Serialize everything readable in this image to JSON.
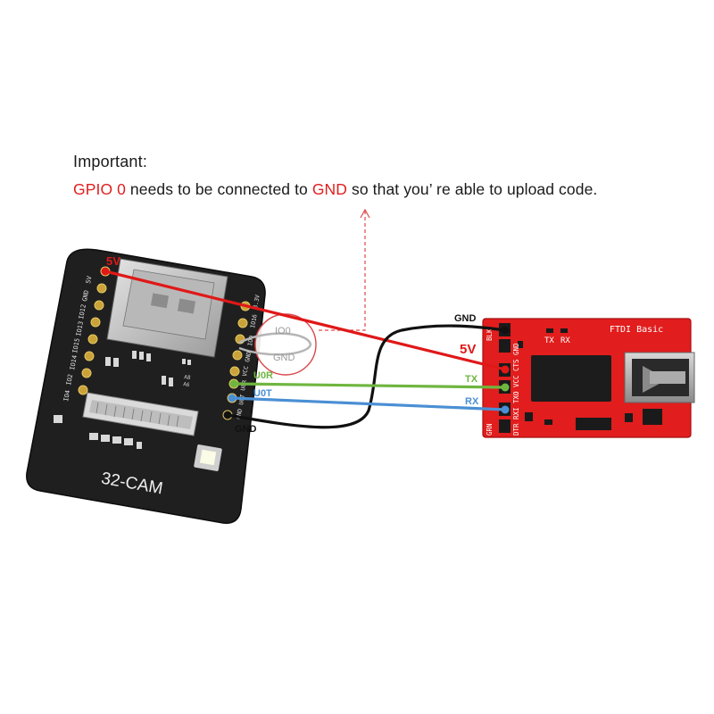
{
  "heading": "Important:",
  "notice": {
    "part1": "GPIO 0",
    "part2": " needs to be connected to ",
    "part3": "GND",
    "part4": " so that you’ re able to upload code."
  },
  "colors": {
    "highlight": "#e02020",
    "wire_5v": "#e01818",
    "wire_gnd": "#111111",
    "wire_tx": "#6fb640",
    "wire_rx": "#4a8fd4",
    "esp_board": "#1e1e1e",
    "ftdi_board": "#e11d1d"
  },
  "esp32": {
    "name": "32-CAM",
    "left_pins": [
      "5V",
      "GND",
      "IO12",
      "IO13",
      "IO15",
      "IO14",
      "IO2",
      "IO4"
    ],
    "right_pins": [
      "3.3V",
      "IO16",
      "IO0",
      "GND",
      "VCC",
      "U0R",
      "U0T",
      "GND"
    ],
    "chip_codes": [
      "A8",
      "A6"
    ]
  },
  "wire_labels": {
    "esp_5v": "5V",
    "u0r": "U0R",
    "u0t": "U0T",
    "esp_gnd": "GND",
    "ftdi_gnd": "GND",
    "ftdi_5v": "5V",
    "tx": "TX",
    "rx": "RX"
  },
  "jumper": {
    "top": "IO0",
    "bottom": "GND"
  },
  "ftdi": {
    "title": "FTDI Basic",
    "led_tx": "TX",
    "led_rx": "RX",
    "pins": [
      "GRN",
      "DTR",
      "RXI",
      "TXO",
      "VCC",
      "CTS",
      "GND",
      "BLK"
    ]
  }
}
